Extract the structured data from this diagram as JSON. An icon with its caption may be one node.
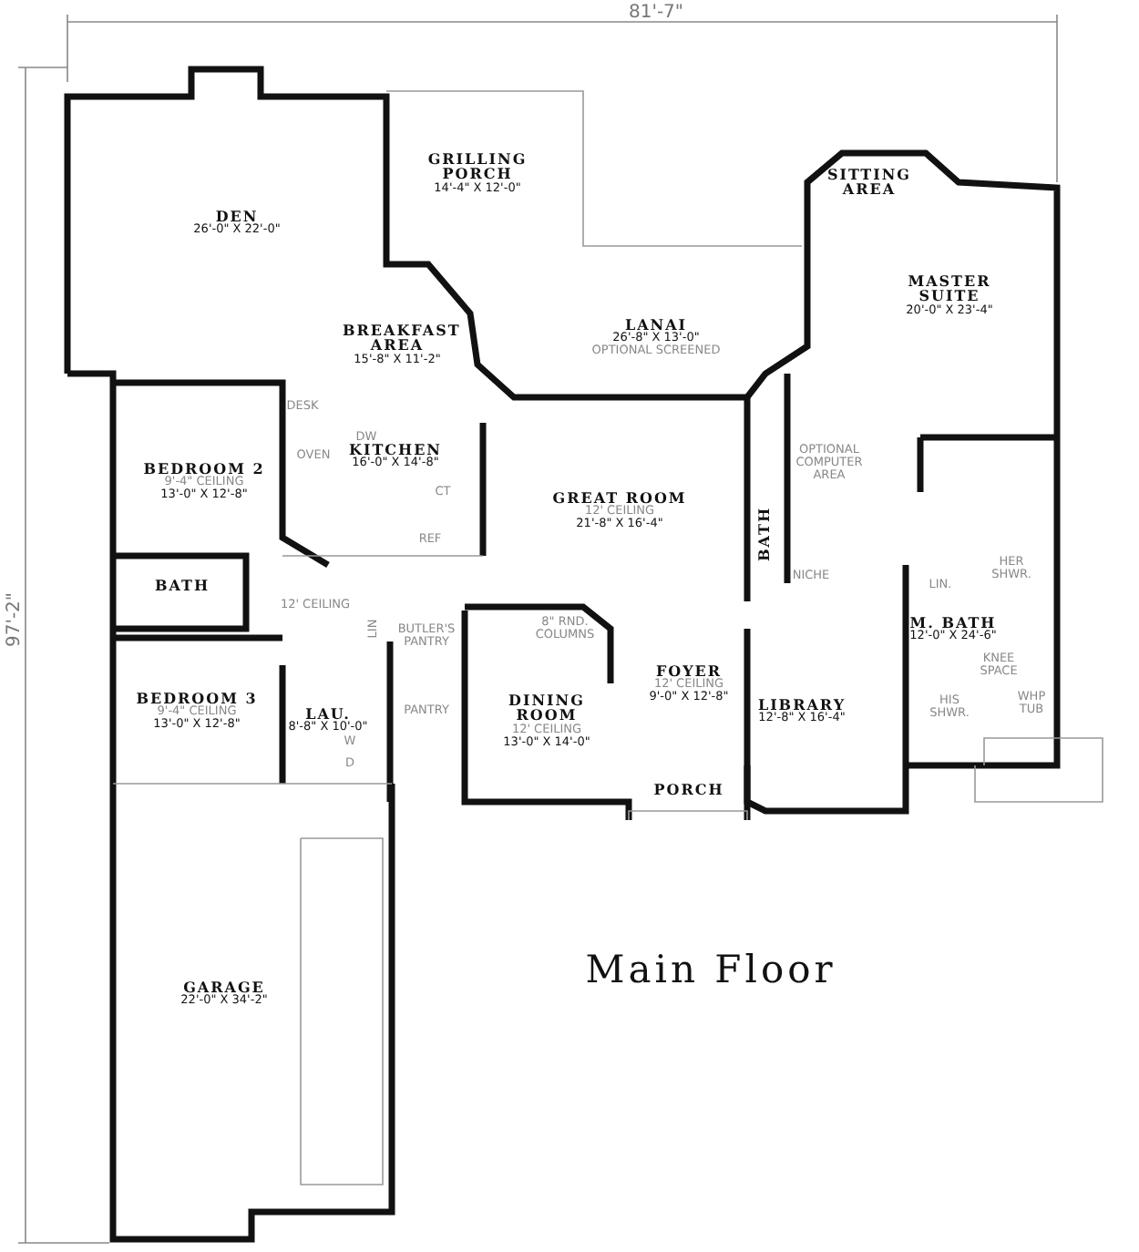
{
  "diagram": {
    "title": "Main Floor",
    "nodes": [
      {
        "text": [
          "DEN",
          "26'-0\" X 22'-0\""
        ]
      },
      {
        "text": [
          "GRILLING PORCH",
          "14'-4\" X 12'-0\""
        ]
      },
      {
        "text": [
          "SITTING AREA"
        ]
      },
      {
        "text": [
          "MASTER SUITE",
          "20'-0\" X 23'-4\""
        ]
      },
      {
        "text": [
          "LANAI",
          "26'-8\" X 13'-0\"",
          "OPTIONAL SCREENED"
        ]
      },
      {
        "text": [
          "BREAKFAST AREA",
          "15'-8\" X 11'-2\""
        ]
      },
      {
        "text": [
          "KITCHEN",
          "16'-0\" X 14'-8\""
        ]
      },
      {
        "text": [
          "BEDROOM 2",
          "9'-4\" CEILING",
          "13'-0\" X 12'-8\""
        ]
      },
      {
        "text": [
          "GREAT ROOM",
          "12' CEILING",
          "21'-8\" X 16'-4\""
        ]
      },
      {
        "text": [
          "BATH"
        ]
      },
      {
        "text": [
          "BATH"
        ]
      },
      {
        "text": [
          "M. BATH",
          "12'-0\" X 24'-6\""
        ]
      },
      {
        "text": [
          "BUTLER'S PANTRY"
        ]
      },
      {
        "text": [
          "FOYER",
          "12' CEILING",
          "9'-0\" X 12'-8\""
        ]
      },
      {
        "text": [
          "BEDROOM 3",
          "9'-4\" CEILING",
          "13'-0\" X 12'-8\""
        ]
      },
      {
        "text": [
          "LAU.",
          "8'-8\" X 10'-0\""
        ]
      },
      {
        "text": [
          "PANTRY"
        ]
      },
      {
        "text": [
          "DINING ROOM",
          "12' CEILING",
          "13'-0\" X 14'-0\""
        ]
      },
      {
        "text": [
          "LIBRARY",
          "12'-8\" X 16'-4\""
        ]
      },
      {
        "text": [
          "PORCH"
        ]
      },
      {
        "text": [
          "GARAGE",
          "22'-0\" X 34'-2\""
        ]
      }
    ],
    "labels": [
      "81'-7\"",
      "DESK",
      "DW",
      "OVEN",
      "CT",
      "REF",
      "OPTIONAL COMPUTER AREA",
      "HER SHWR.",
      "NICHE",
      "LIN.",
      "12' CEILING",
      "LIN",
      "8\" RND. COLUMNS",
      "KNEE SPACE",
      "W",
      "WHP TUB",
      "HIS SHWR.",
      "D",
      "97'-2\""
    ]
  }
}
